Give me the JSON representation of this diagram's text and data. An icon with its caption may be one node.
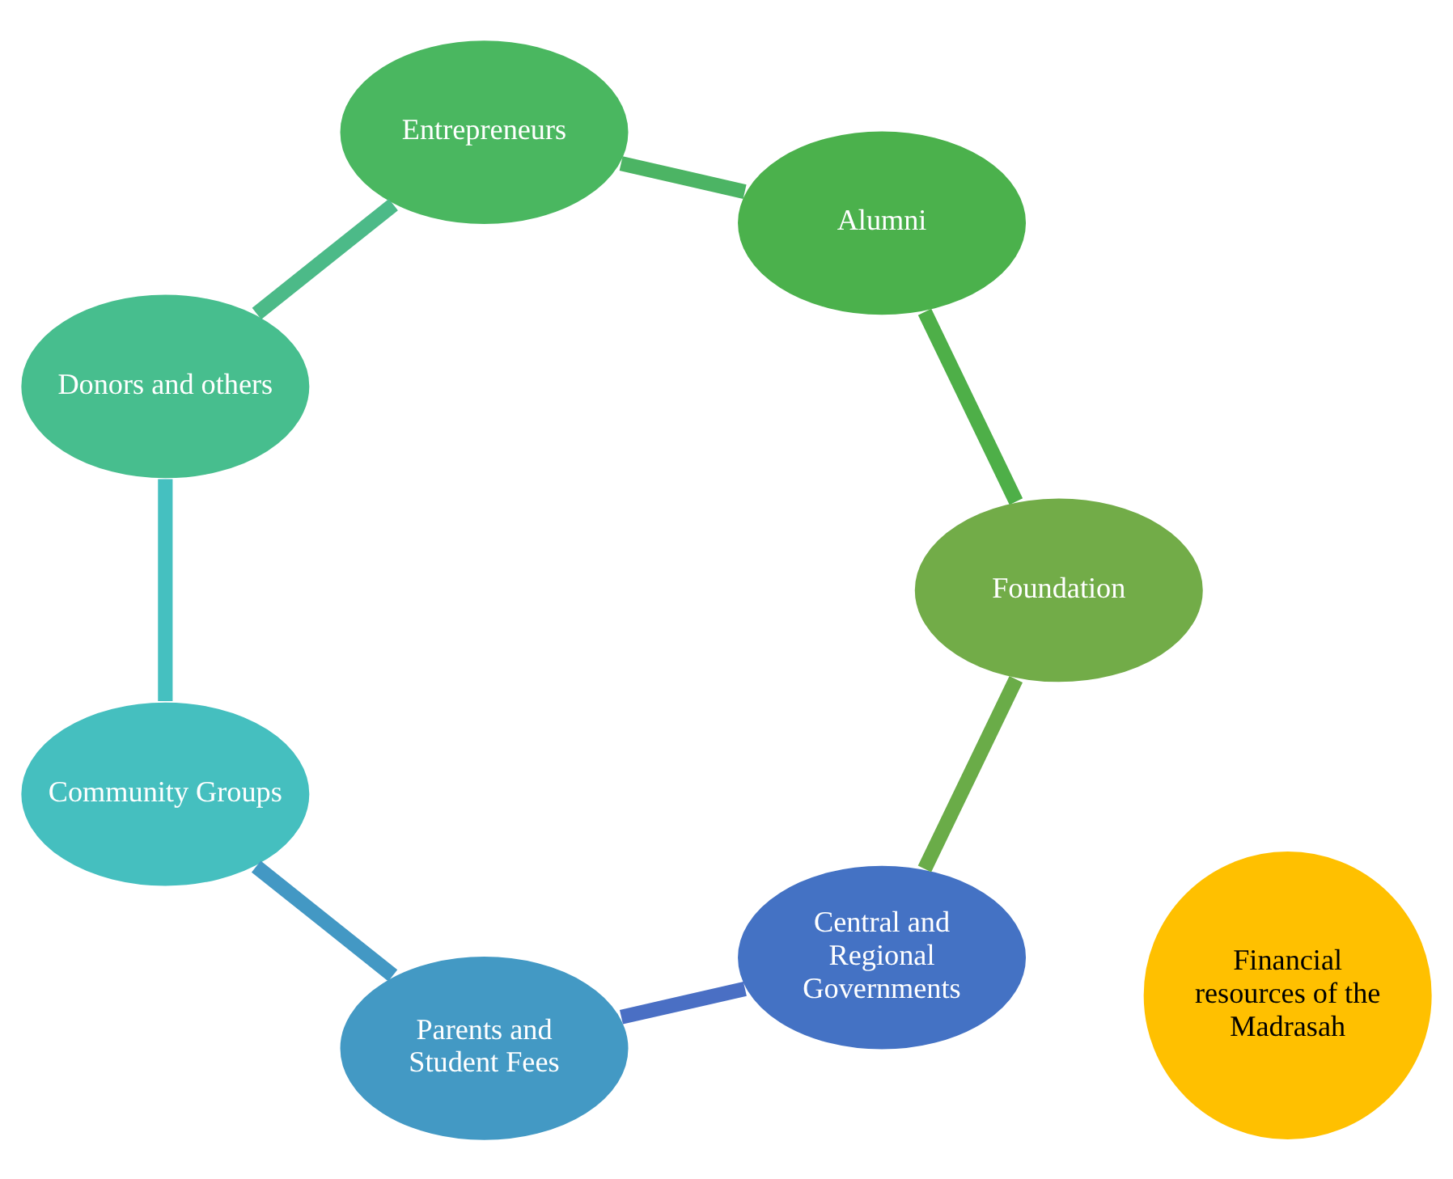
{
  "diagram": {
    "nodes": [
      {
        "text": [
          "Central and Regional Governments"
        ]
      },
      {
        "text": [
          "Parents and Student Fees"
        ]
      },
      {
        "text": [
          "Community Groups"
        ]
      },
      {
        "text": [
          "Donors and others"
        ]
      },
      {
        "text": [
          "Entrepreneurs"
        ]
      },
      {
        "text": [
          "Alumni"
        ]
      },
      {
        "text": [
          "Foundation"
        ]
      },
      {
        "text": [
          "Financial resources of the Madrasah"
        ]
      }
    ],
    "edges": [
      {
        "from": 0,
        "to": 1,
        "arrow": "none",
        "color": "#4a6fc4"
      },
      {
        "from": 1,
        "to": 2,
        "arrow": "none",
        "color": "#4398c4"
      },
      {
        "from": 2,
        "to": 3,
        "arrow": "none",
        "color": "#45c0c0"
      },
      {
        "from": 3,
        "to": 4,
        "arrow": "none",
        "color": "#4cba88"
      },
      {
        "from": 4,
        "to": 5,
        "arrow": "none",
        "color": "#4cb464"
      },
      {
        "from": 5,
        "to": 6,
        "arrow": "none",
        "color": "#4eaf48"
      },
      {
        "from": 6,
        "to": 0,
        "arrow": "none",
        "color": "#6aac48"
      }
    ]
  }
}
